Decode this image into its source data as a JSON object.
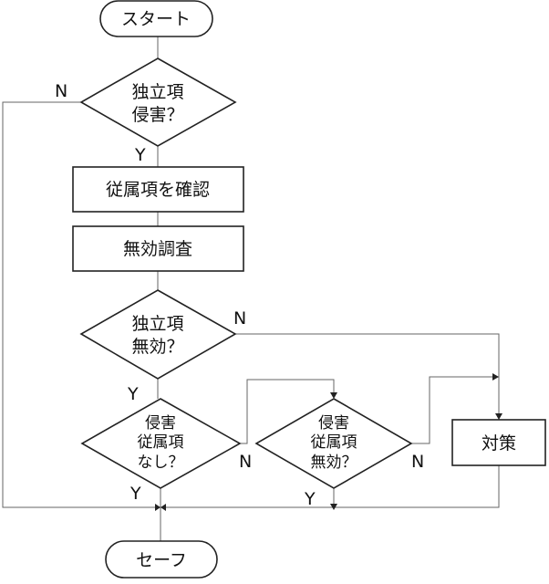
{
  "nodes": {
    "start": "スタート",
    "q_independent_infringe": {
      "line1": "独立項",
      "line2": "侵害？"
    },
    "confirm_dependent": "従属項を確認",
    "invalidity_search": "無効調査",
    "q_independent_invalid": {
      "line1": "独立項",
      "line2": "無効？"
    },
    "q_no_dependent_infringe": {
      "line1": "侵害",
      "line2": "従属項",
      "line3": "なし？"
    },
    "q_infringing_dependent_invalid": {
      "line1": "侵害",
      "line2": "従属項",
      "line3": "無効？"
    },
    "countermeasure": "対策",
    "safe": "セーフ"
  },
  "labels": {
    "yes": "Y",
    "no": "N"
  }
}
